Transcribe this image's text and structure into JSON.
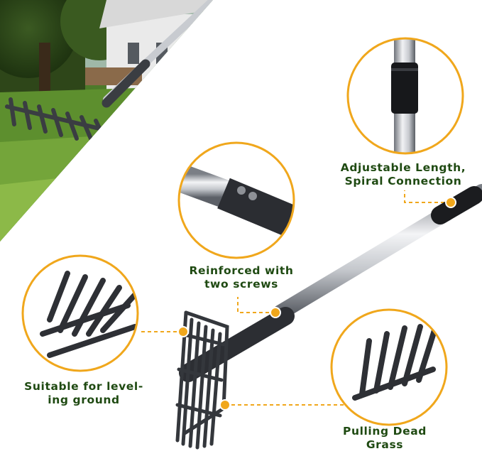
{
  "callouts": {
    "adjustable": "Adjustable Length,\nSpiral Connection",
    "reinforced": "Reinforced with\ntwo screws",
    "leveling": "Suitable for level-\ning ground",
    "pulling": "Pulling Dead\nGrass"
  },
  "colors": {
    "accent": "#f0a71c",
    "text": "#1f4a12"
  }
}
